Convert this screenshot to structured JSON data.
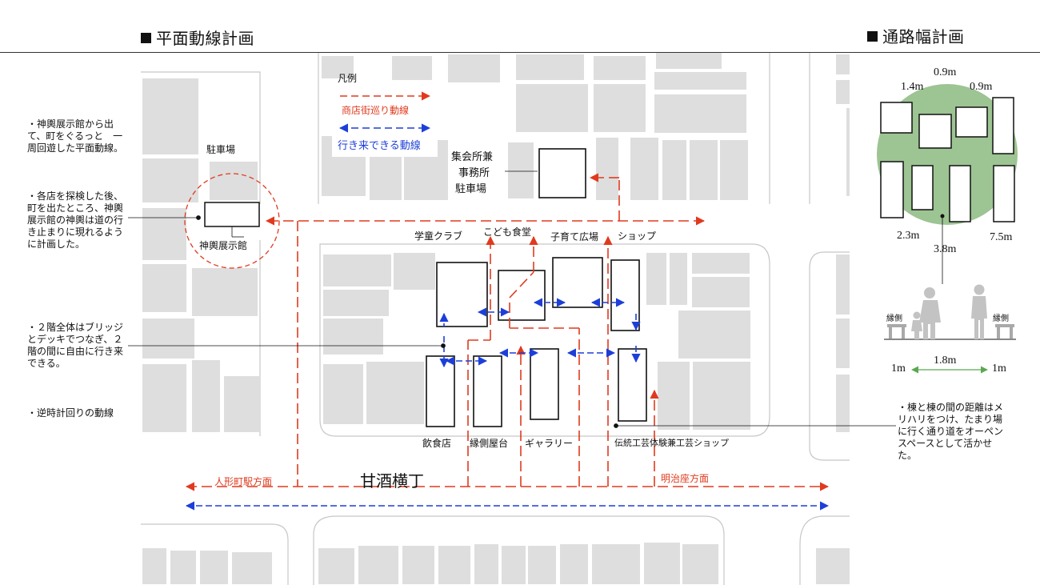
{
  "titles": {
    "plan": "平面動線計画",
    "width": "通路幅計画"
  },
  "legend": {
    "title": "凡例",
    "red": "商店街巡り動線",
    "blue": "行き来できる動線"
  },
  "colors": {
    "red": "#e03a1e",
    "blue": "#1d3fd8",
    "green": "#9dc493",
    "building": "#dedede",
    "road": "#c9c9c9"
  },
  "notes": {
    "n1": "・神輿展示館から出て、町をぐるっと　一周回遊した平面動線。",
    "n2": "・各店を探検した後、町を出たところ、神輿展示館の神輿は道の行き止まりに現れるように計画した。",
    "n3": "・２階全体はブリッジとデッキでつなぎ、２階の間に自由に行き来できる。",
    "n4": "・逆時計回りの動線",
    "n5": "・棟と棟の間の距離はメリハリをつけ、たまり場に行く通り道をオーペンスペースとして活かせた。"
  },
  "labels": {
    "parking_left": "駐車場",
    "mikoshi": "神輿展示館",
    "assembly1": "集会所兼",
    "assembly2": "事務所",
    "parking_mid": "駐車場",
    "gakudou": "学童クラブ",
    "kodomo": "こども食堂",
    "kosodate": "子育て広場",
    "shop": "ショップ",
    "inshoku": "飲食店",
    "engawa": "縁側屋台",
    "gallery": "ギャラリー",
    "dentou": "伝統工芸体験兼工芸ショップ",
    "street": "甘酒横丁",
    "west": "人形町駅方面",
    "east": "明治座方面"
  },
  "width_plan": {
    "d_top": "0.9m",
    "d_left": "1.4m",
    "d_right": "0.9m",
    "d_bl": "2.3m",
    "d_br": "7.5m",
    "d_bottom": "3.8m",
    "engawa_l": "縁側",
    "engawa_r": "縁側",
    "w_left": "1m",
    "w_mid": "1.8m",
    "w_right": "1m"
  }
}
